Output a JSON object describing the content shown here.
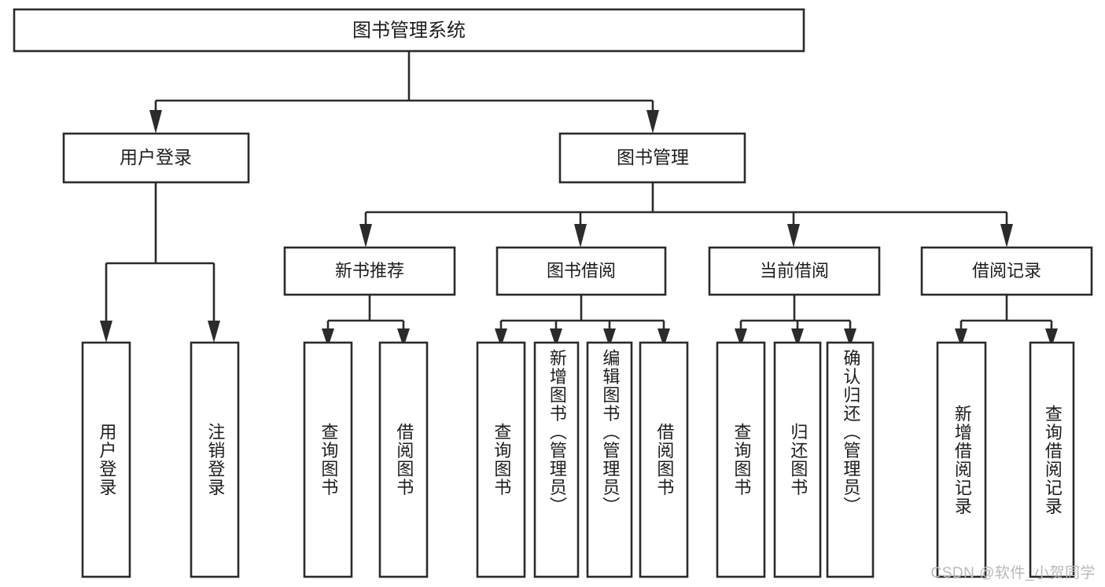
{
  "diagram": {
    "title": "图书管理系统",
    "watermark": "CSDN @软件_小贺同学",
    "colors": {
      "stroke": "#2b2b2b",
      "box_fill": "#ffffff",
      "text": "#1d1d1d",
      "background": "#ffffff",
      "watermark": "#b9b9b9"
    },
    "root": {
      "label": "图书管理系统"
    },
    "level2": [
      {
        "label": "用户登录"
      },
      {
        "label": "图书管理"
      }
    ],
    "level3": [
      {
        "label": "新书推荐"
      },
      {
        "label": "图书借阅"
      },
      {
        "label": "当前借阅"
      },
      {
        "label": "借阅记录"
      }
    ],
    "leaves": {
      "user_login": [
        {
          "label": "用户登录"
        },
        {
          "label": "注销登录"
        }
      ],
      "new_book_recommend": [
        {
          "label": "查询图书"
        },
        {
          "label": "借阅图书"
        }
      ],
      "book_borrow": [
        {
          "label": "查询图书"
        },
        {
          "label": "新增图书（管理员）"
        },
        {
          "label": "编辑图书（管理员）"
        },
        {
          "label": "借阅图书"
        }
      ],
      "current_borrow": [
        {
          "label": "查询图书"
        },
        {
          "label": "归还图书"
        },
        {
          "label": "确认归还（管理员）"
        }
      ],
      "borrow_record": [
        {
          "label": "新增借阅记录"
        },
        {
          "label": "查询借阅记录"
        }
      ]
    }
  }
}
